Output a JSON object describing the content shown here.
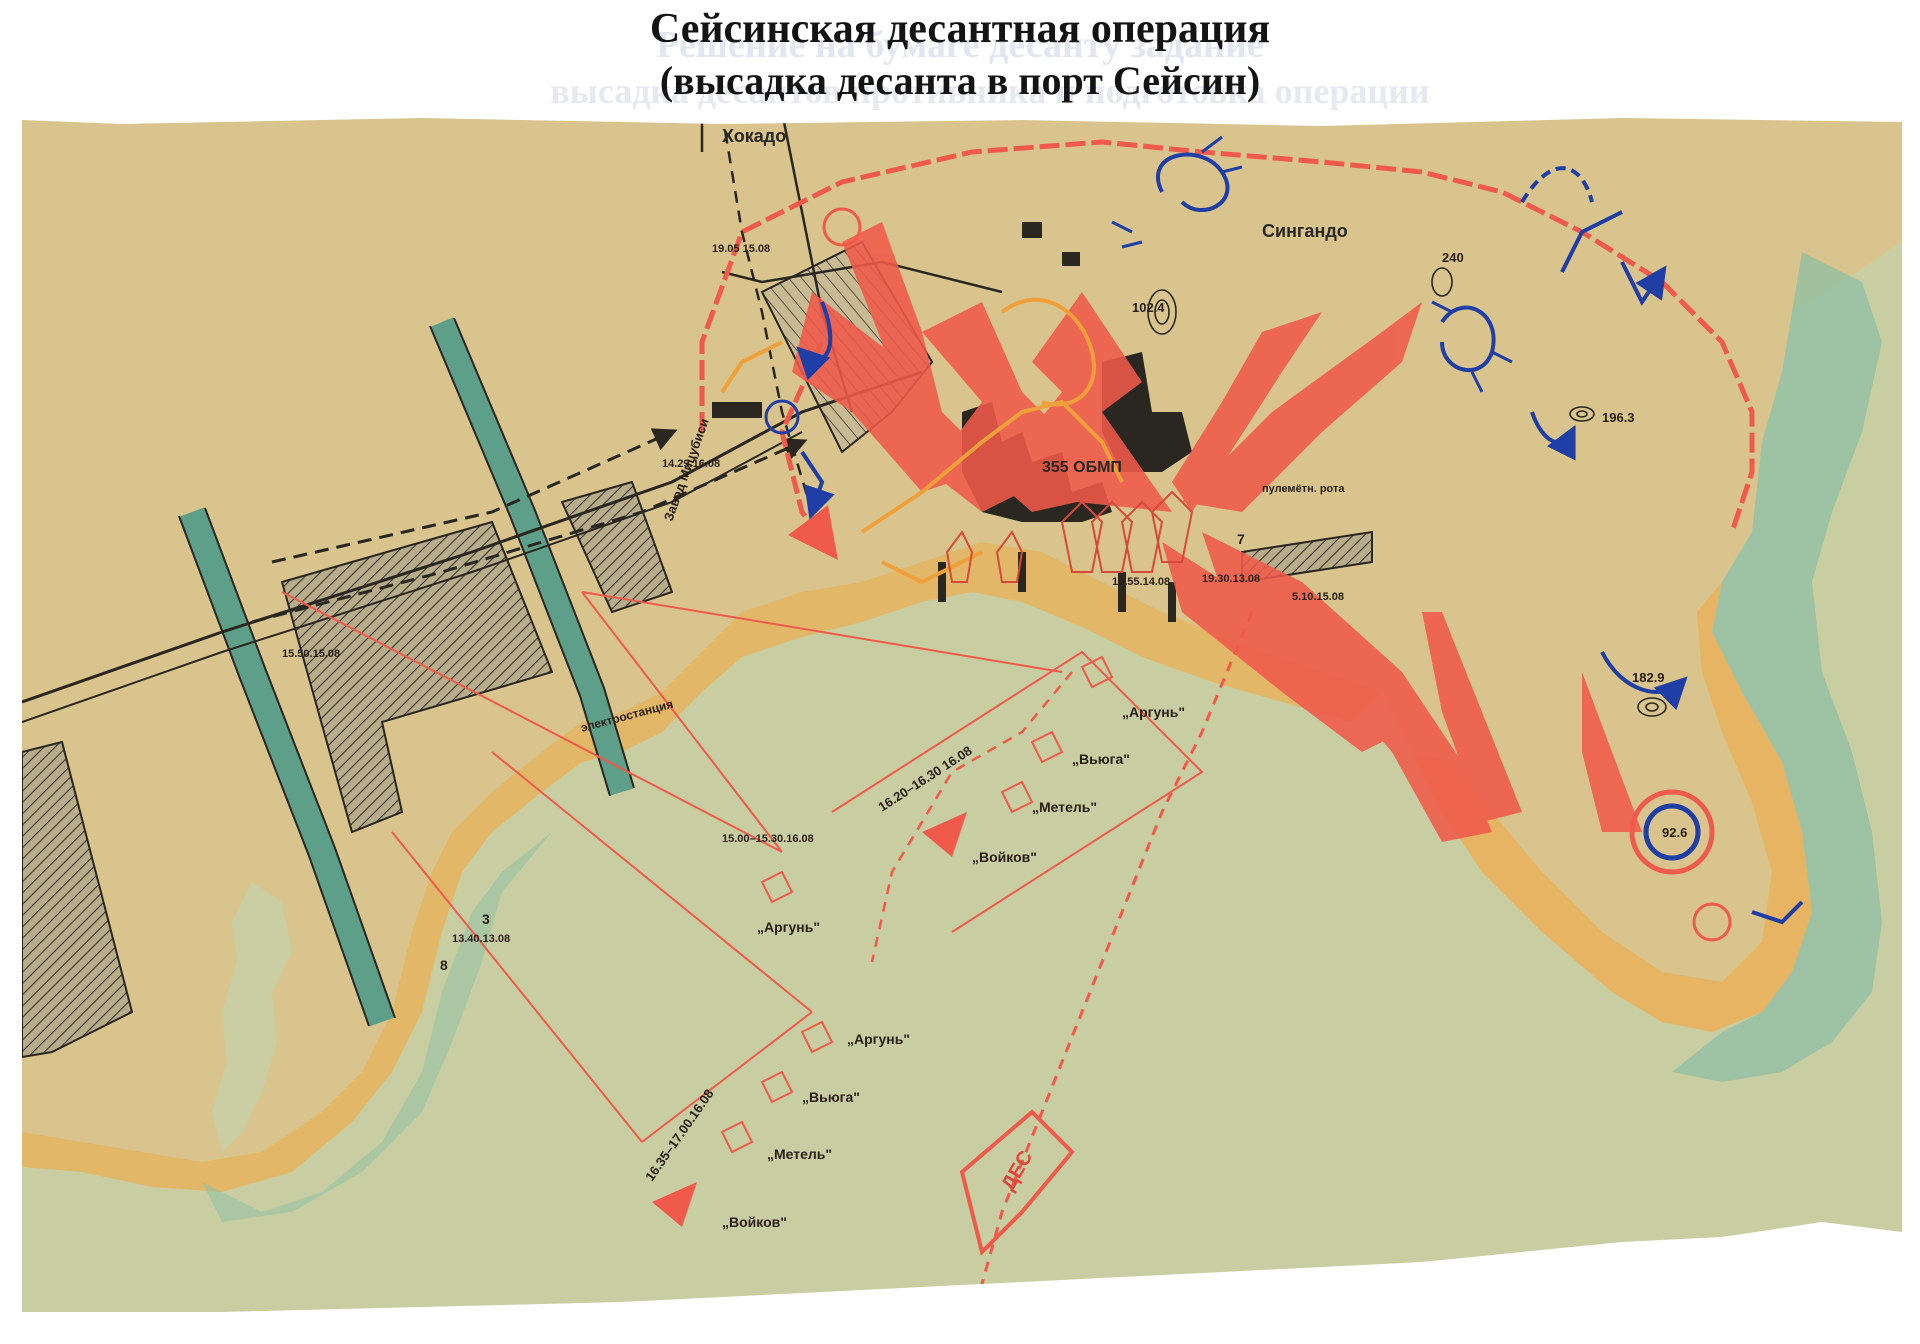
{
  "title": "Сейсинская десантная операция",
  "subtitle": "(высадка десанта в порт Сейсин)",
  "background_text": {
    "line1": "Решение на бумаге десанту задание",
    "line2": "высадка десантов противника и подготовка операции"
  },
  "colors": {
    "land": "#d8c48c",
    "sea": "#c9cea2",
    "coast_wash": "#e9b25a",
    "coast_green": "#8fbfa4",
    "rivers": "#5e9f8a",
    "red": "#f05a4a",
    "blue": "#1f3fa6",
    "orange": "#f0a03a",
    "dark": "#2a2620"
  },
  "places": {
    "hokado": "Хокадо",
    "singando": "Сингандо",
    "plant": "Завод Мицубиси",
    "power": "электростанция",
    "brigade": "355 ОБМП",
    "company": "пулемётн. рота"
  },
  "heights": {
    "h102": "102.4",
    "h240": "240",
    "h196": "196.3",
    "h182": "182.9",
    "h92": "92.6"
  },
  "times": {
    "t1": "19.05 15.08",
    "t2": "14.29.16.08",
    "t3": "15.50.15.08",
    "t4": "14.55.14.08",
    "t5": "19.30.13.08",
    "t6": "5.10.15.08",
    "t7": "13.40.13.08",
    "t8": "15.00–15.30.16.08",
    "t9": "16.20–16.30 16.08",
    "t10": "16.35–17.00.16.08"
  },
  "numbers": {
    "n3": "3",
    "n8": "8",
    "n7": "7"
  },
  "ships": {
    "argun": "„Аргунь\"",
    "vyuga": "„Вьюга\"",
    "metel": "„Метель\"",
    "voikov": "„Войков\""
  },
  "landing": {
    "des": "ДЕС"
  }
}
